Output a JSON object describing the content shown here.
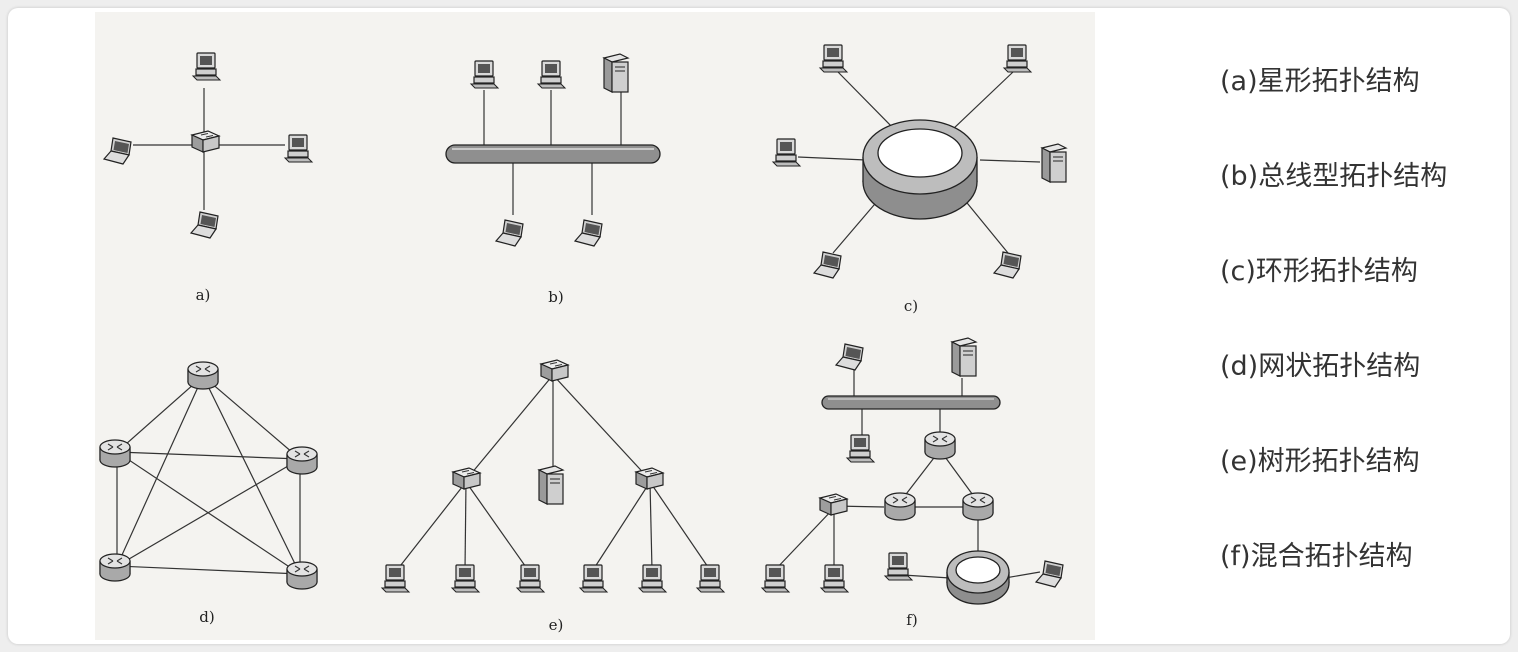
{
  "diagram": {
    "captions": {
      "a": "a)",
      "b": "b)",
      "c": "c)",
      "d": "d)",
      "e": "e)",
      "f": "f)"
    }
  },
  "legend": {
    "items": [
      {
        "label": "(a)星形拓扑结构"
      },
      {
        "label": "(b)总线型拓扑结构"
      },
      {
        "label": "(c)环形拓扑结构"
      },
      {
        "label": "(d)网状拓扑结构"
      },
      {
        "label": "(e)树形拓扑结构"
      },
      {
        "label": "(f)混合拓扑结构"
      }
    ]
  },
  "icons": {
    "computer": "desktop-computer-icon",
    "laptop": "laptop-icon",
    "server": "server-icon",
    "switch": "switch-icon",
    "router": "router-icon",
    "ring": "ring-icon",
    "bus": "bus-cable-icon"
  }
}
